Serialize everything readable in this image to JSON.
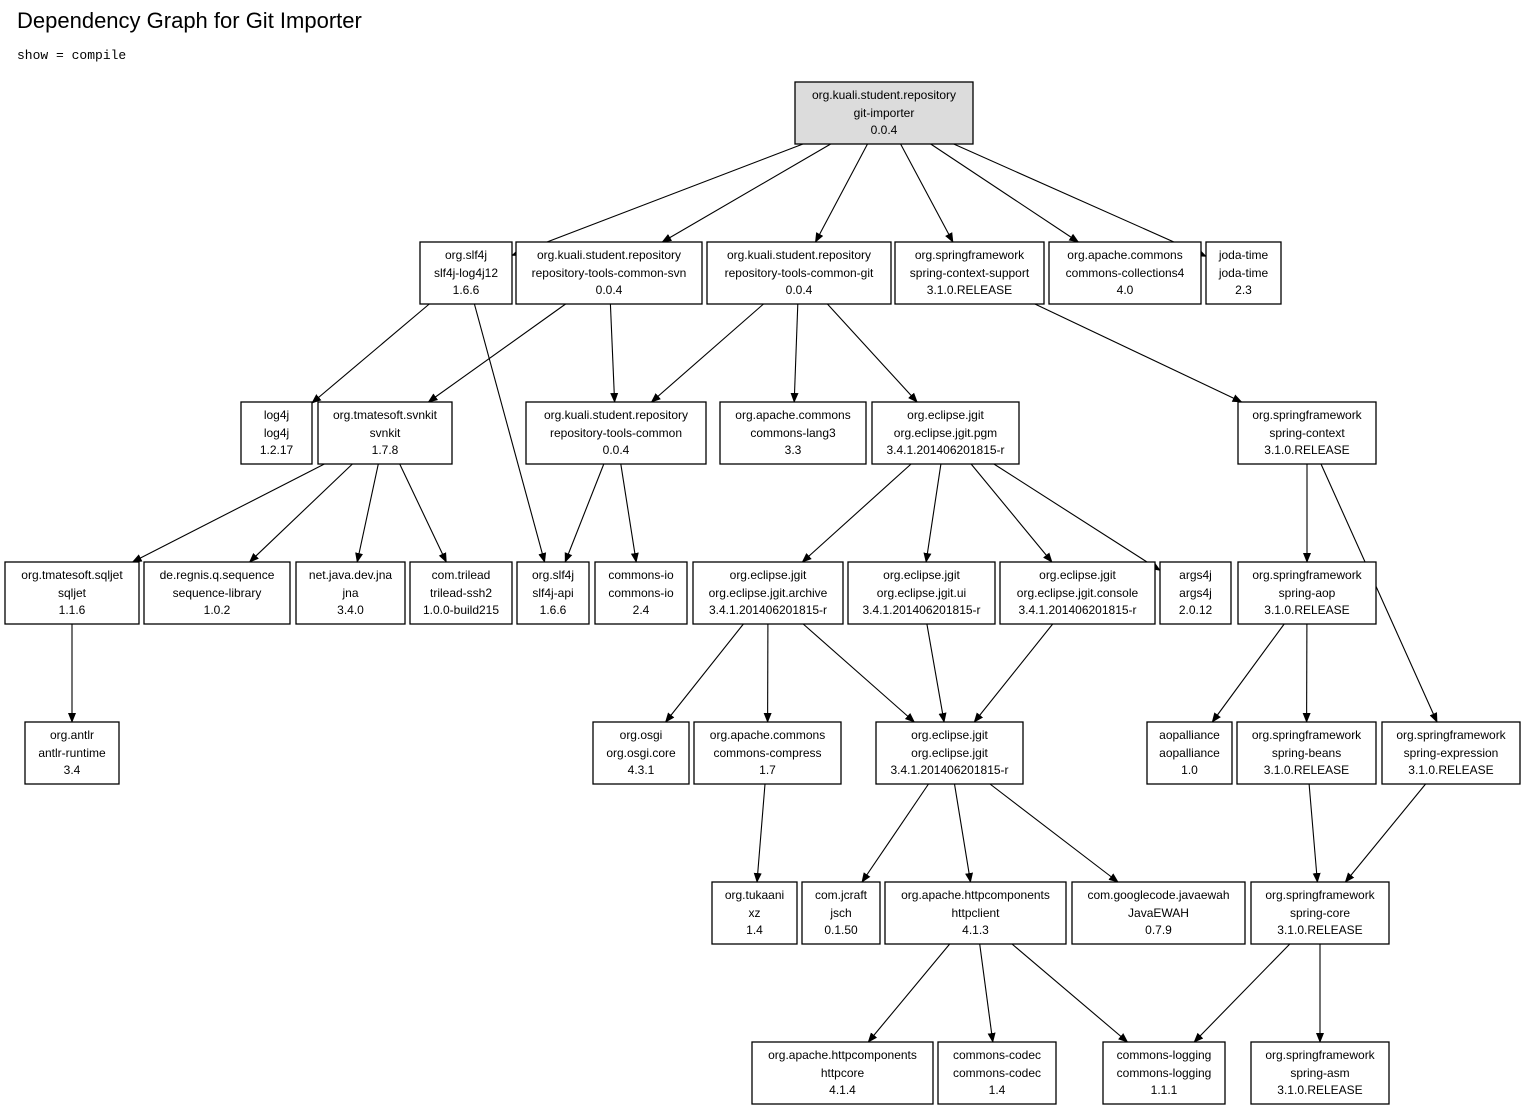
{
  "title": "Dependency Graph for Git Importer",
  "subtitle": "show = compile",
  "nodes": [
    {
      "id": "root",
      "group": "org.kuali.student.repository",
      "artifact": "git-importer",
      "version": "0.0.4",
      "root": true
    },
    {
      "id": "slf4j-log4j12",
      "group": "org.slf4j",
      "artifact": "slf4j-log4j12",
      "version": "1.6.6"
    },
    {
      "id": "rtc-svn",
      "group": "org.kuali.student.repository",
      "artifact": "repository-tools-common-svn",
      "version": "0.0.4"
    },
    {
      "id": "rtc-git",
      "group": "org.kuali.student.repository",
      "artifact": "repository-tools-common-git",
      "version": "0.0.4"
    },
    {
      "id": "spring-context-support",
      "group": "org.springframework",
      "artifact": "spring-context-support",
      "version": "3.1.0.RELEASE"
    },
    {
      "id": "collections4",
      "group": "org.apache.commons",
      "artifact": "commons-collections4",
      "version": "4.0"
    },
    {
      "id": "joda-time",
      "group": "joda-time",
      "artifact": "joda-time",
      "version": "2.3"
    },
    {
      "id": "log4j",
      "group": "log4j",
      "artifact": "log4j",
      "version": "1.2.17"
    },
    {
      "id": "svnkit",
      "group": "org.tmatesoft.svnkit",
      "artifact": "svnkit",
      "version": "1.7.8"
    },
    {
      "id": "rtc",
      "group": "org.kuali.student.repository",
      "artifact": "repository-tools-common",
      "version": "0.0.4"
    },
    {
      "id": "lang3",
      "group": "org.apache.commons",
      "artifact": "commons-lang3",
      "version": "3.3"
    },
    {
      "id": "jgit-pgm",
      "group": "org.eclipse.jgit",
      "artifact": "org.eclipse.jgit.pgm",
      "version": "3.4.1.201406201815-r"
    },
    {
      "id": "spring-context",
      "group": "org.springframework",
      "artifact": "spring-context",
      "version": "3.1.0.RELEASE"
    },
    {
      "id": "sqljet",
      "group": "org.tmatesoft.sqljet",
      "artifact": "sqljet",
      "version": "1.1.6"
    },
    {
      "id": "sequence",
      "group": "de.regnis.q.sequence",
      "artifact": "sequence-library",
      "version": "1.0.2"
    },
    {
      "id": "jna",
      "group": "net.java.dev.jna",
      "artifact": "jna",
      "version": "3.4.0"
    },
    {
      "id": "trilead",
      "group": "com.trilead",
      "artifact": "trilead-ssh2",
      "version": "1.0.0-build215"
    },
    {
      "id": "slf4j-api",
      "group": "org.slf4j",
      "artifact": "slf4j-api",
      "version": "1.6.6"
    },
    {
      "id": "commons-io",
      "group": "commons-io",
      "artifact": "commons-io",
      "version": "2.4"
    },
    {
      "id": "jgit-archive",
      "group": "org.eclipse.jgit",
      "artifact": "org.eclipse.jgit.archive",
      "version": "3.4.1.201406201815-r"
    },
    {
      "id": "jgit-ui",
      "group": "org.eclipse.jgit",
      "artifact": "org.eclipse.jgit.ui",
      "version": "3.4.1.201406201815-r"
    },
    {
      "id": "jgit-console",
      "group": "org.eclipse.jgit",
      "artifact": "org.eclipse.jgit.console",
      "version": "3.4.1.201406201815-r"
    },
    {
      "id": "args4j",
      "group": "args4j",
      "artifact": "args4j",
      "version": "2.0.12"
    },
    {
      "id": "spring-aop",
      "group": "org.springframework",
      "artifact": "spring-aop",
      "version": "3.1.0.RELEASE"
    },
    {
      "id": "antlr",
      "group": "org.antlr",
      "artifact": "antlr-runtime",
      "version": "3.4"
    },
    {
      "id": "osgi",
      "group": "org.osgi",
      "artifact": "org.osgi.core",
      "version": "4.3.1"
    },
    {
      "id": "compress",
      "group": "org.apache.commons",
      "artifact": "commons-compress",
      "version": "1.7"
    },
    {
      "id": "jgit",
      "group": "org.eclipse.jgit",
      "artifact": "org.eclipse.jgit",
      "version": "3.4.1.201406201815-r"
    },
    {
      "id": "aopalliance",
      "group": "aopalliance",
      "artifact": "aopalliance",
      "version": "1.0"
    },
    {
      "id": "spring-beans",
      "group": "org.springframework",
      "artifact": "spring-beans",
      "version": "3.1.0.RELEASE"
    },
    {
      "id": "spring-expression",
      "group": "org.springframework",
      "artifact": "spring-expression",
      "version": "3.1.0.RELEASE"
    },
    {
      "id": "xz",
      "group": "org.tukaani",
      "artifact": "xz",
      "version": "1.4"
    },
    {
      "id": "jsch",
      "group": "com.jcraft",
      "artifact": "jsch",
      "version": "0.1.50"
    },
    {
      "id": "httpclient",
      "group": "org.apache.httpcomponents",
      "artifact": "httpclient",
      "version": "4.1.3"
    },
    {
      "id": "javaewah",
      "group": "com.googlecode.javaewah",
      "artifact": "JavaEWAH",
      "version": "0.7.9"
    },
    {
      "id": "spring-core",
      "group": "org.springframework",
      "artifact": "spring-core",
      "version": "3.1.0.RELEASE"
    },
    {
      "id": "httpcore",
      "group": "org.apache.httpcomponents",
      "artifact": "httpcore",
      "version": "4.1.4"
    },
    {
      "id": "codec",
      "group": "commons-codec",
      "artifact": "commons-codec",
      "version": "1.4"
    },
    {
      "id": "logging",
      "group": "commons-logging",
      "artifact": "commons-logging",
      "version": "1.1.1"
    },
    {
      "id": "spring-asm",
      "group": "org.springframework",
      "artifact": "spring-asm",
      "version": "3.1.0.RELEASE"
    }
  ],
  "edges": [
    [
      "root",
      "slf4j-log4j12"
    ],
    [
      "root",
      "rtc-svn"
    ],
    [
      "root",
      "rtc-git"
    ],
    [
      "root",
      "spring-context-support"
    ],
    [
      "root",
      "collections4"
    ],
    [
      "root",
      "joda-time"
    ],
    [
      "slf4j-log4j12",
      "log4j"
    ],
    [
      "slf4j-log4j12",
      "slf4j-api"
    ],
    [
      "rtc-svn",
      "svnkit"
    ],
    [
      "rtc-svn",
      "rtc"
    ],
    [
      "rtc-git",
      "rtc"
    ],
    [
      "rtc-git",
      "lang3"
    ],
    [
      "rtc-git",
      "jgit-pgm"
    ],
    [
      "spring-context-support",
      "spring-context"
    ],
    [
      "svnkit",
      "sqljet"
    ],
    [
      "svnkit",
      "sequence"
    ],
    [
      "svnkit",
      "jna"
    ],
    [
      "svnkit",
      "trilead"
    ],
    [
      "rtc",
      "slf4j-api"
    ],
    [
      "rtc",
      "commons-io"
    ],
    [
      "jgit-pgm",
      "jgit-archive"
    ],
    [
      "jgit-pgm",
      "jgit-ui"
    ],
    [
      "jgit-pgm",
      "jgit-console"
    ],
    [
      "jgit-pgm",
      "args4j"
    ],
    [
      "spring-context",
      "spring-aop"
    ],
    [
      "spring-context",
      "spring-expression"
    ],
    [
      "sqljet",
      "antlr"
    ],
    [
      "jgit-archive",
      "osgi"
    ],
    [
      "jgit-archive",
      "compress"
    ],
    [
      "jgit-archive",
      "jgit"
    ],
    [
      "jgit-ui",
      "jgit"
    ],
    [
      "jgit-console",
      "jgit"
    ],
    [
      "spring-aop",
      "aopalliance"
    ],
    [
      "spring-aop",
      "spring-beans"
    ],
    [
      "compress",
      "xz"
    ],
    [
      "jgit",
      "jsch"
    ],
    [
      "jgit",
      "httpclient"
    ],
    [
      "jgit",
      "javaewah"
    ],
    [
      "spring-beans",
      "spring-core"
    ],
    [
      "spring-expression",
      "spring-core"
    ],
    [
      "httpclient",
      "httpcore"
    ],
    [
      "httpclient",
      "codec"
    ],
    [
      "httpclient",
      "logging"
    ],
    [
      "spring-core",
      "logging"
    ],
    [
      "spring-core",
      "spring-asm"
    ]
  ]
}
